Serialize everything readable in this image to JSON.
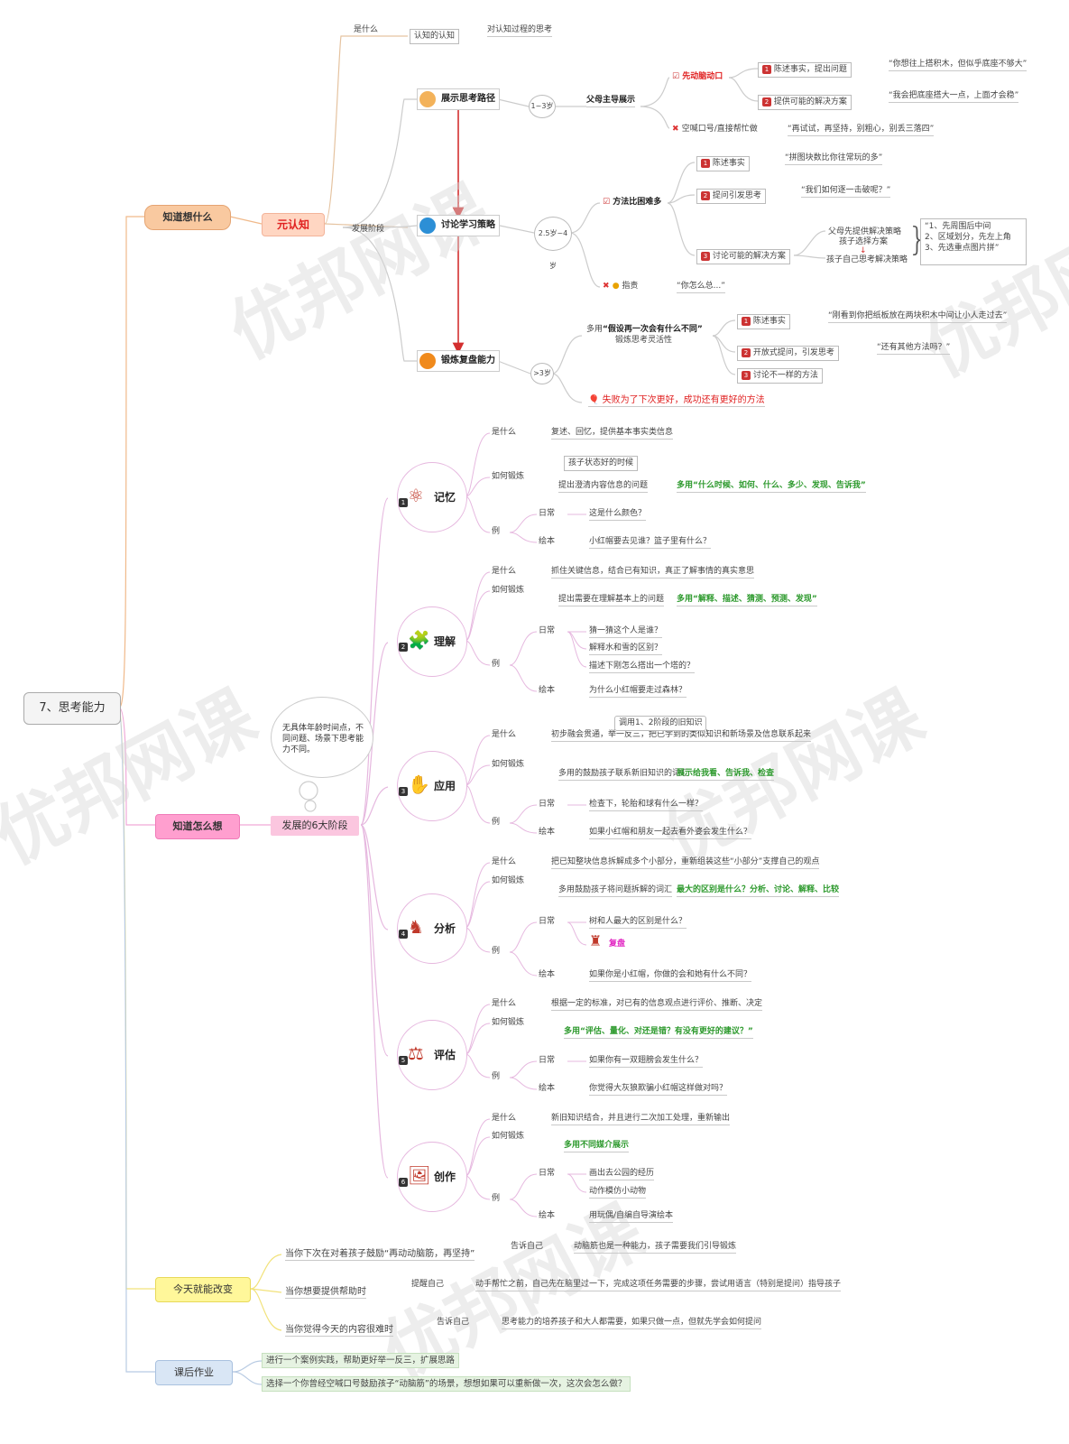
{
  "root": "7、思考能力",
  "watermark": "优邦网课",
  "know_what": {
    "label": "知道想什么",
    "meta": "元认知",
    "what_label": "是什么",
    "cognition": "认知的认知",
    "cognition_def": "对认知过程的思考",
    "dev_stage": "发展阶段",
    "stage1": {
      "label": "展示思考路径",
      "age": "1~3岁",
      "lead": "父母主导展示",
      "good": "先动脑动口",
      "step1": "陈述事实，提出问题",
      "quote1": "“你想往上搭积木，但似乎底座不够大”",
      "step2": "提供可能的解决方案",
      "quote2": "“我会把底座搭大一点，上面才会稳”",
      "bad": "空喊口号/直接帮忙做",
      "bad_quote": "“再试试，再坚持，别粗心，别丢三落四”"
    },
    "stage2": {
      "label": "讨论学习策略",
      "age": "2.5岁~4岁",
      "good": "方法比困难多",
      "step1": "陈述事实",
      "quote1": "“拼图块数比你往常玩的多”",
      "step2": "提问引发思考",
      "quote2": "“我们如何逐一击破呢？”",
      "step3": "讨论可能的解决方案",
      "sub1": "父母先提供解决策略",
      "sub2": "孩子选择方案",
      "sub3": "孩子自己思考解决策略",
      "list1": "“1、先周围后中间",
      "list2": "2、区域划分，先左上角",
      "list3": "3、先选重点图片拼”",
      "bad": "指责",
      "bad_quote": "“你怎么总...”"
    },
    "stage3": {
      "label": "锻炼复盘能力",
      "age": ">3岁",
      "lead_a": "多用",
      "lead_b": "“假设再一次会有什么不同”",
      "lead2": "锻炼思考灵活性",
      "step1": "陈述事实",
      "quote1": "“刚看到你把纸板放在两块积木中间让小人走过去”",
      "step2": "开放式提问，引发思考",
      "quote2": "“还有其他方法吗？”",
      "step3": "讨论不一样的方法",
      "motto": "失败为了下次更好，成功还有更好的方法"
    }
  },
  "know_how": {
    "label": "知道怎么想",
    "six": "发展的6大阶段",
    "thought": "无具体年龄时间点，不同问题、场景下思考能力不同。",
    "nodes": [
      {
        "num": "1",
        "name": "记忆",
        "what": "是什么",
        "what_text": "复述、回忆，提供基本事实类信息",
        "how": "如何锻炼",
        "how_note": "孩子状态好的时候",
        "how_text": "提出澄清内容信息的问题",
        "how_tip": "多用“什么时候、如何、什么、多少、发现、告诉我”",
        "ex": "例",
        "daily": "日常",
        "daily_q": [
          "这是什么颜色？"
        ],
        "book": "绘本",
        "book_q": "小红帽要去见谁？篮子里有什么？"
      },
      {
        "num": "2",
        "name": "理解",
        "what": "是什么",
        "what_text": "抓住关键信息，结合已有知识，真正了解事情的真实意思",
        "how": "如何锻炼",
        "how_text": "提出需要在理解基本上的问题",
        "how_tip": "多用“解释、描述、猜测、预测、发现”",
        "ex": "例",
        "daily": "日常",
        "daily_q": [
          "猜一猜这个人是谁？",
          "解释水和雪的区别？",
          "描述下刚怎么搭出一个塔的？"
        ],
        "book": "绘本",
        "book_q": "为什么小红帽要走过森林？"
      },
      {
        "num": "3",
        "name": "应用",
        "what": "是什么",
        "what_note": "调用1、2阶段的旧知识",
        "what_text": "初步融会贯通，举一反三，把已学到的类似知识和新场景及信息联系起来",
        "how": "如何锻炼",
        "how_text": "多用的鼓励孩子联系新旧知识的词汇",
        "how_tip": "展示给我看、告诉我、检查",
        "ex": "例",
        "daily": "日常",
        "daily_q": [
          "检查下，轮胎和球有什么一样？"
        ],
        "book": "绘本",
        "book_q": "如果小红帽和朋友一起去看外婆会发生什么？"
      },
      {
        "num": "4",
        "name": "分析",
        "what": "是什么",
        "what_text": "把已知整块信息拆解成多个小部分，重新组装这些“小部分”支撑自己的观点",
        "how": "如何锻炼",
        "how_text": "多用鼓励孩子将问题拆解的词汇",
        "how_tip": "最大的区别是什么？分析、讨论、解释、比较",
        "ex": "例",
        "daily": "日常",
        "daily_q": [
          "树和人最大的区别是什么？",
          "复盘"
        ],
        "book": "绘本",
        "book_q": "如果你是小红帽，你做的会和她有什么不同？"
      },
      {
        "num": "5",
        "name": "评估",
        "what": "是什么",
        "what_text": "根据一定的标准，对已有的信息观点进行评价、推断、决定",
        "how": "如何锻炼",
        "how_tip": "多用“评估、量化、对还是错？有没有更好的建议？”",
        "ex": "例",
        "daily": "日常",
        "daily_q": [
          "如果你有一双翅膀会发生什么？"
        ],
        "book": "绘本",
        "book_q": "你觉得大灰狼欺骗小红帽这样做对吗？"
      },
      {
        "num": "6",
        "name": "创作",
        "what": "是什么",
        "what_text": "新旧知识结合，并且进行二次加工处理，重新输出",
        "how": "如何锻炼",
        "how_tip": "多用不同媒介展示",
        "ex": "例",
        "daily": "日常",
        "daily_q": [
          "画出去公园的经历",
          "动作模仿小动物"
        ],
        "book": "绘本",
        "book_q": "用玩偶/自编自导演绘本"
      }
    ]
  },
  "today": {
    "label": "今天就能改变",
    "items": [
      {
        "a": "当你下次在对着孩子鼓励“再动动脑筋，再坚持”",
        "b": "告诉自己",
        "c": "动脑筋也是一种能力，孩子需要我们引导锻炼"
      },
      {
        "a": "当你想要提供帮助时",
        "b": "提醒自己",
        "c": "动手帮忙之前，自己先在脑里过一下，完成这项任务需要的步骤，尝试用语言（特别是提问）指导孩子"
      },
      {
        "a": "当你觉得今天的内容很难时",
        "b": "告诉自己",
        "c": "思考能力的培养孩子和大人都需要，如果只做一点，但就先学会如何提问"
      }
    ]
  },
  "homework": {
    "label": "课后作业",
    "items": [
      "进行一个案例实践，帮助更好举一反三，扩展思路",
      "选择一个你曾经空喊口号鼓励孩子“动脑筋”的场景，想想如果可以重新做一次，这次会怎么做？"
    ]
  },
  "colors": {
    "orange": "#f9c9a0",
    "meta": "#ffd6c2",
    "pink": "#ff9fcf",
    "yellow": "#fff79a",
    "blue": "#d9e6f5",
    "green": "#e6f3e2",
    "line_orange": "#f0b98a",
    "line_pink": "#f0a9d8",
    "line_yellow": "#f2e27a",
    "arrow": "#d32f2f"
  }
}
